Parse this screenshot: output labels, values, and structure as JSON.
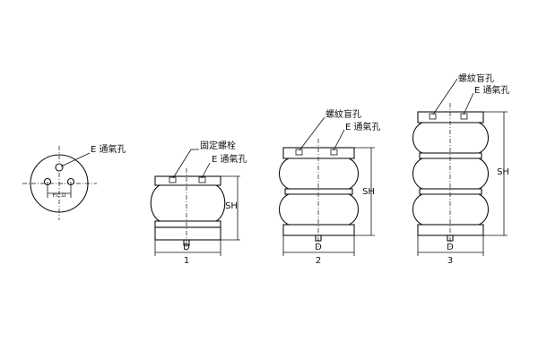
{
  "top_view": {
    "air_hole_label": "E 通氣孔",
    "pcd_label": "P.C.D"
  },
  "variant_1": {
    "bolt_label": "固定螺栓",
    "air_hole_label": "E 通氣孔",
    "height_label": "SH",
    "diameter_label": "D",
    "number": "1"
  },
  "variant_2": {
    "blind_hole_label": "螺紋盲孔",
    "air_hole_label": "E 通氣孔",
    "height_label": "SH",
    "diameter_label": "D",
    "number": "2"
  },
  "variant_3": {
    "blind_hole_label": "螺紋盲孔",
    "air_hole_label": "E 通氣孔",
    "height_label": "SH",
    "diameter_label": "D",
    "number": "3"
  }
}
